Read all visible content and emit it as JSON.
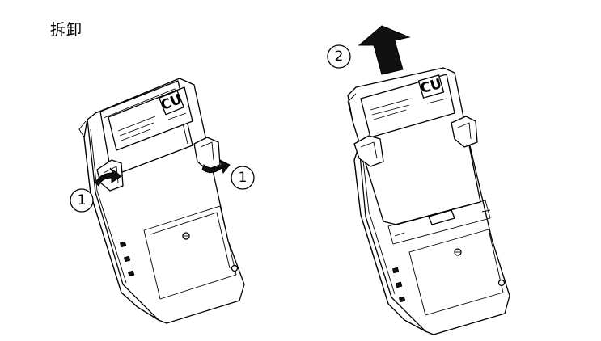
{
  "heading": "拆卸",
  "left_module": {
    "label": "CU",
    "steps": [
      "1",
      "1"
    ]
  },
  "right_module": {
    "label": "CU",
    "steps": [
      "2"
    ]
  }
}
